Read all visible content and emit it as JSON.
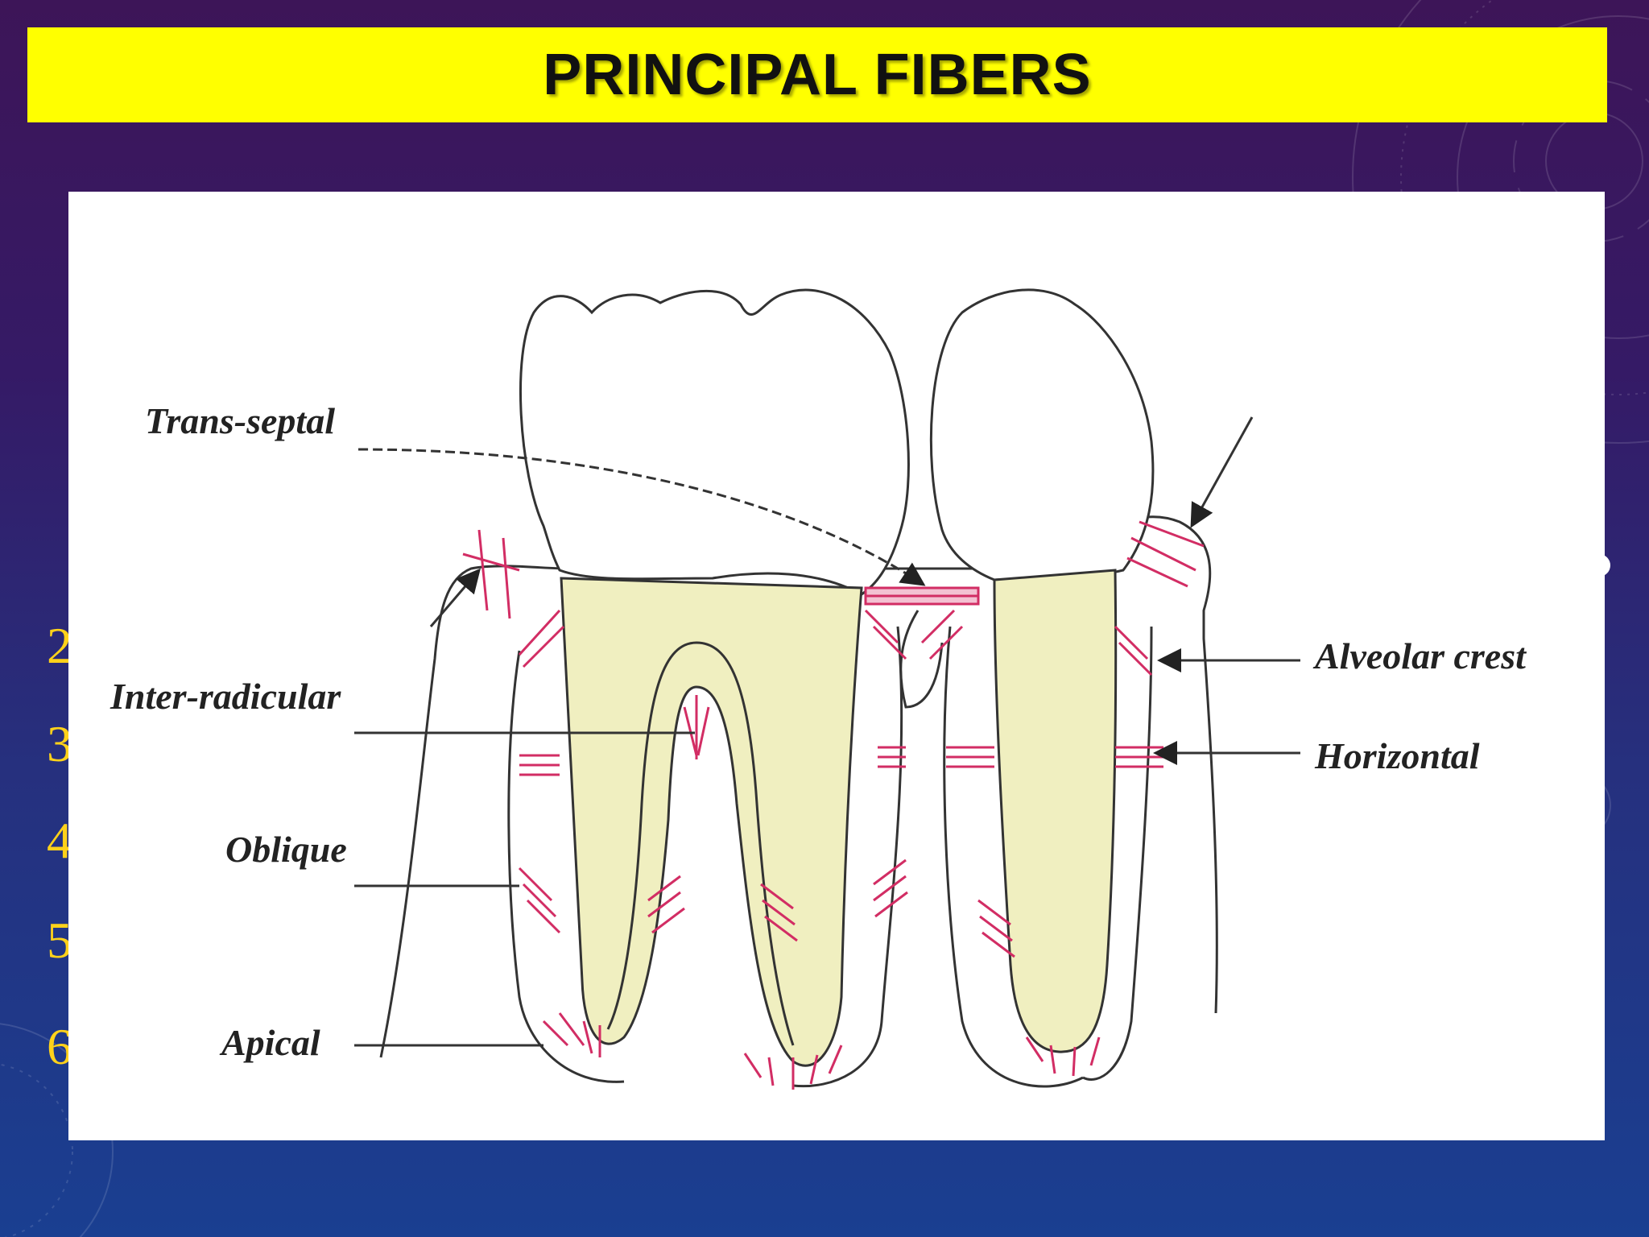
{
  "slide": {
    "title": "PRINCIPAL FIBERS",
    "colors": {
      "title_bar": "#ffff00",
      "title_text": "#111111",
      "background_top": "#3d1558",
      "background_bottom": "#1a3f91",
      "list_numerals": "#ffd21a",
      "fiber": "#d22d64",
      "fiber_fill": "#f3c1d2",
      "root": "#f0efc0"
    }
  },
  "partial_numerals": [
    "2",
    "3",
    "4",
    "5",
    "6"
  ],
  "diagram": {
    "labels": {
      "trans_septal": "Trans-septal",
      "inter_radicular": "Inter-radicular",
      "oblique": "Oblique",
      "apical": "Apical",
      "alveolar_crest": "Alveolar crest",
      "horizontal": "Horizontal"
    }
  }
}
